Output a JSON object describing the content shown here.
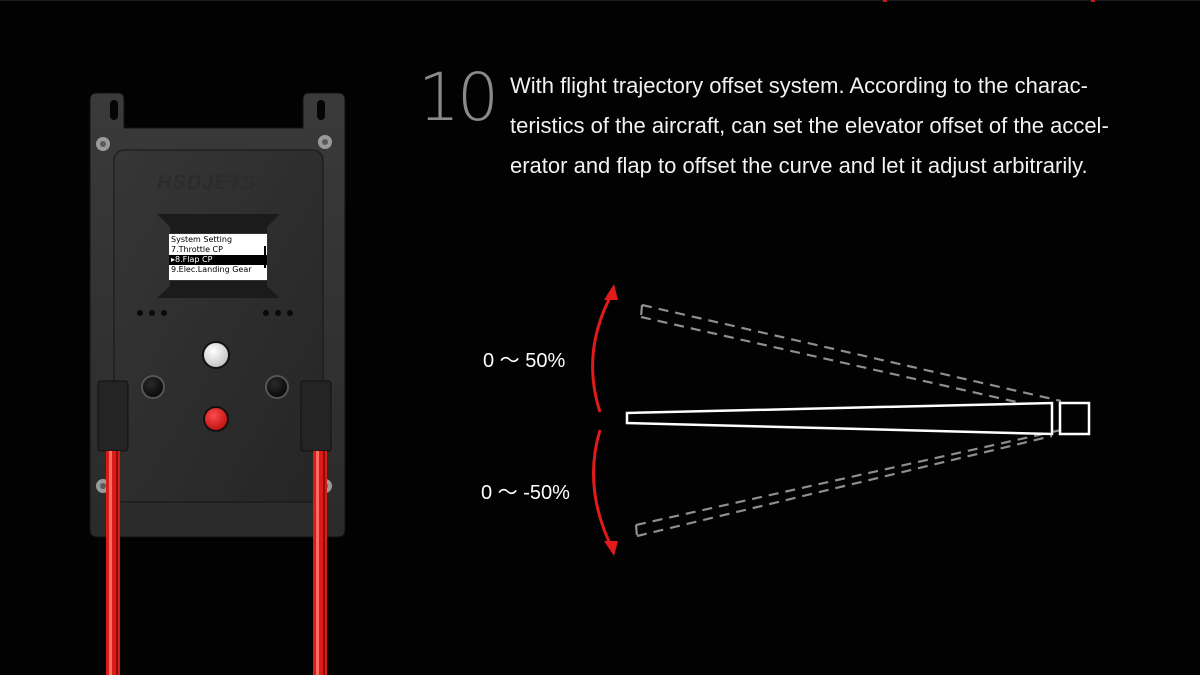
{
  "feature": {
    "number": "10",
    "lines": [
      "With flight trajectory offset system. According to the charac-",
      "teristics of the aircraft, can set the elevator offset of the accel-",
      "erator and flap to offset the curve and let it adjust arbitrarily."
    ]
  },
  "diagram": {
    "up_label": "0 ～ 50%",
    "down_label": "0 ～ -50%",
    "arrow_color": "#e11a1a",
    "dashed_color": "#8e8e8e",
    "surface_color": "#ffffff"
  },
  "device": {
    "brand": "HSDJETS",
    "cable_color": "#e0201c",
    "screen": {
      "title": "System Setting",
      "items": [
        " 7.Throttle CP",
        "8.Flap CP",
        " 9.Elec.Landing Gear"
      ]
    }
  },
  "colors": {
    "accent": "#c41a1a",
    "background": "#020202"
  }
}
